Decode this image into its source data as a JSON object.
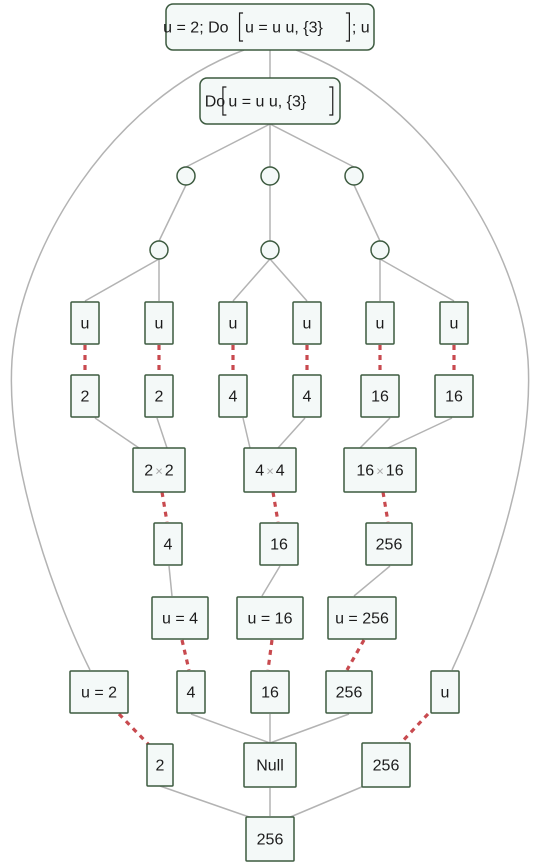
{
  "expression_tree": {
    "root": {
      "pre": "u = 2; Do",
      "inner": "u = u u, {3}",
      "post": "; u"
    },
    "do_node": {
      "pre": "Do",
      "inner": "u = u u, {3}",
      "post": ""
    },
    "iterations": [
      {
        "symbols": [
          "u",
          "u"
        ],
        "values": [
          "2",
          "2"
        ],
        "product": {
          "left": "2",
          "right": "2"
        },
        "product_value": "4",
        "assignment": "u = 4",
        "assigned_value": "4"
      },
      {
        "symbols": [
          "u",
          "u"
        ],
        "values": [
          "4",
          "4"
        ],
        "product": {
          "left": "4",
          "right": "4"
        },
        "product_value": "16",
        "assignment": "u = 16",
        "assigned_value": "16"
      },
      {
        "symbols": [
          "u",
          "u"
        ],
        "values": [
          "16",
          "16"
        ],
        "product": {
          "left": "16",
          "right": "16"
        },
        "product_value": "256",
        "assignment": "u = 256",
        "assigned_value": "256"
      }
    ],
    "initial_assignment": "u = 2",
    "initial_value": "2",
    "do_result": "Null",
    "final_symbol": "u",
    "final_symbol_value": "256",
    "result": "256"
  },
  "colors": {
    "node_fill": "#f4f9f8",
    "node_stroke": "#3c5a3f",
    "edge": "#b3b3b3",
    "evaluation_link": "#c84a4f",
    "times_sign": "#a9a9a9"
  }
}
